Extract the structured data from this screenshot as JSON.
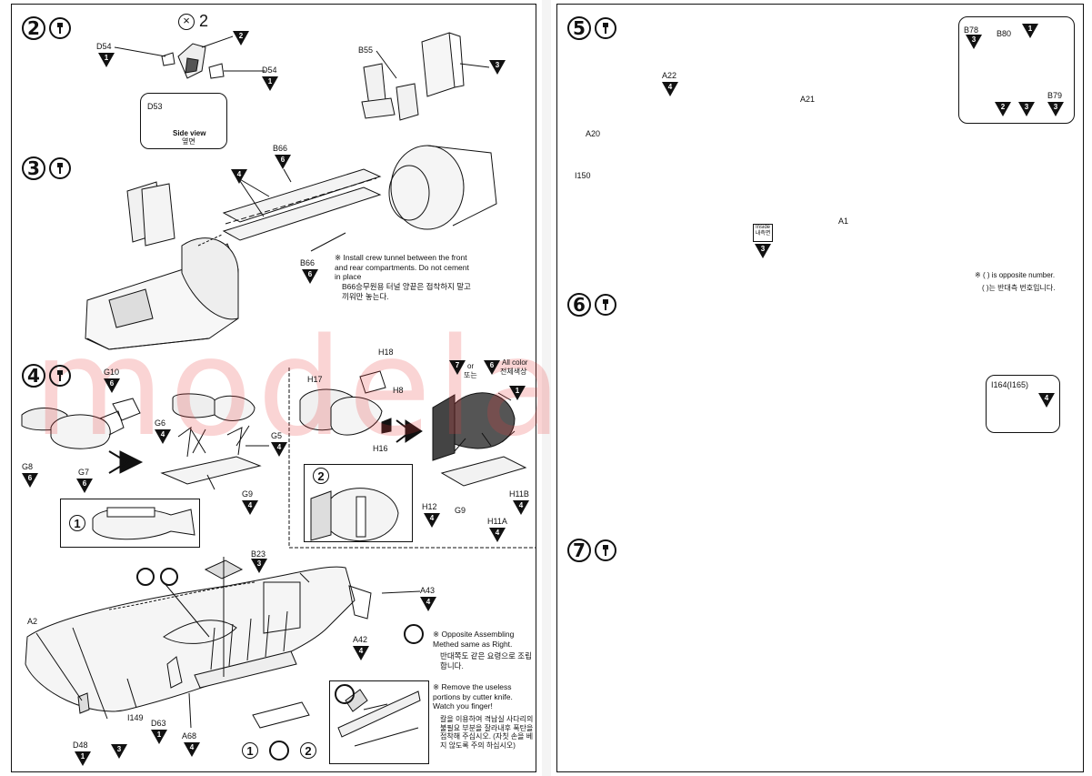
{
  "watermark": "modelartikl.cz",
  "steps": {
    "s2": {
      "num": "2",
      "qty": "2"
    },
    "s3": {
      "num": "3"
    },
    "s4": {
      "num": "4"
    },
    "s5": {
      "num": "5"
    },
    "s6": {
      "num": "6"
    },
    "s7": {
      "num": "7"
    }
  },
  "parts": {
    "D54a": "D54",
    "D54b": "D54",
    "D53": "D53",
    "B55": "B55",
    "B66a": "B66",
    "B66b": "B66",
    "G10": "G10",
    "G6": "G6",
    "G5": "G5",
    "G8": "G8",
    "G7": "G7",
    "G9": "G9",
    "H17": "H17",
    "H18": "H18",
    "H8": "H8",
    "H16": "H16",
    "H12": "H12",
    "G9b": "G9",
    "H11B": "H11B",
    "H11A": "H11A",
    "B23": "B23",
    "A43": "A43",
    "A42": "A42",
    "A2": "A2",
    "I149": "I149",
    "D63": "D63",
    "D48": "D48",
    "A68": "A68",
    "A22": "A22",
    "A21": "A21",
    "A20": "A20",
    "I150": "I150",
    "A1": "A1",
    "B78": "B78",
    "B80": "B80",
    "B79": "B79",
    "I164": "I164(I165)"
  },
  "colors": {
    "c2a": "2",
    "c1a": "1",
    "c1b": "1",
    "c3a": "3",
    "c6a": "6",
    "c4a": "4",
    "c6b": "6",
    "c6c": "6",
    "c4b": "4",
    "c4c": "4",
    "c6d": "6",
    "c6e": "6",
    "c4d": "4",
    "c7": "7",
    "c6f": "6",
    "c1c": "1",
    "c4e": "4",
    "c4f": "4",
    "c4g": "4",
    "c3b": "3",
    "c4h": "4",
    "c4i": "4",
    "c1d": "1",
    "c3c": "3",
    "c4j": "4",
    "c4k": "4",
    "c3d": "3",
    "c1e": "1",
    "c3e": "3",
    "c2b": "2",
    "c3f": "3",
    "c3g": "3",
    "c4l": "4"
  },
  "text": {
    "side_view": "Side view",
    "side_view_kr": "옆면",
    "crew_tunnel_en": "Install crew tunnel between the front and rear compartments. Do not cement in place",
    "crew_tunnel_kr": "B66승무원용 터널 양끝은 접착하지 말고 끼워만 놓는다.",
    "or": "or",
    "or_kr": "또는",
    "all_color": "All color",
    "all_color_kr": "전체색상",
    "opposite_en": "Opposite Assembling Methed same as Right.",
    "opposite_kr": "반대쪽도 같은 요령으로 조립합니다.",
    "remove_en": "Remove the useless portions by cutter knife. Watch you finger!",
    "remove_kr": "칼을 이용하여 격납실 사다리의 불필요 부분을 잘라내후 폭탄을 접착해 주십시오. (자칫 손을 베지 않도록 주의 하십시오)",
    "inside": "Inside",
    "inside_kr": "내측면",
    "opp_num_en": "( ) is opposite number.",
    "opp_num_kr": "( )는 반대측 번호입니다.",
    "sub1": "1",
    "sub2": "2",
    "sub1b": "1",
    "sub2b": "2",
    "star": "※"
  }
}
